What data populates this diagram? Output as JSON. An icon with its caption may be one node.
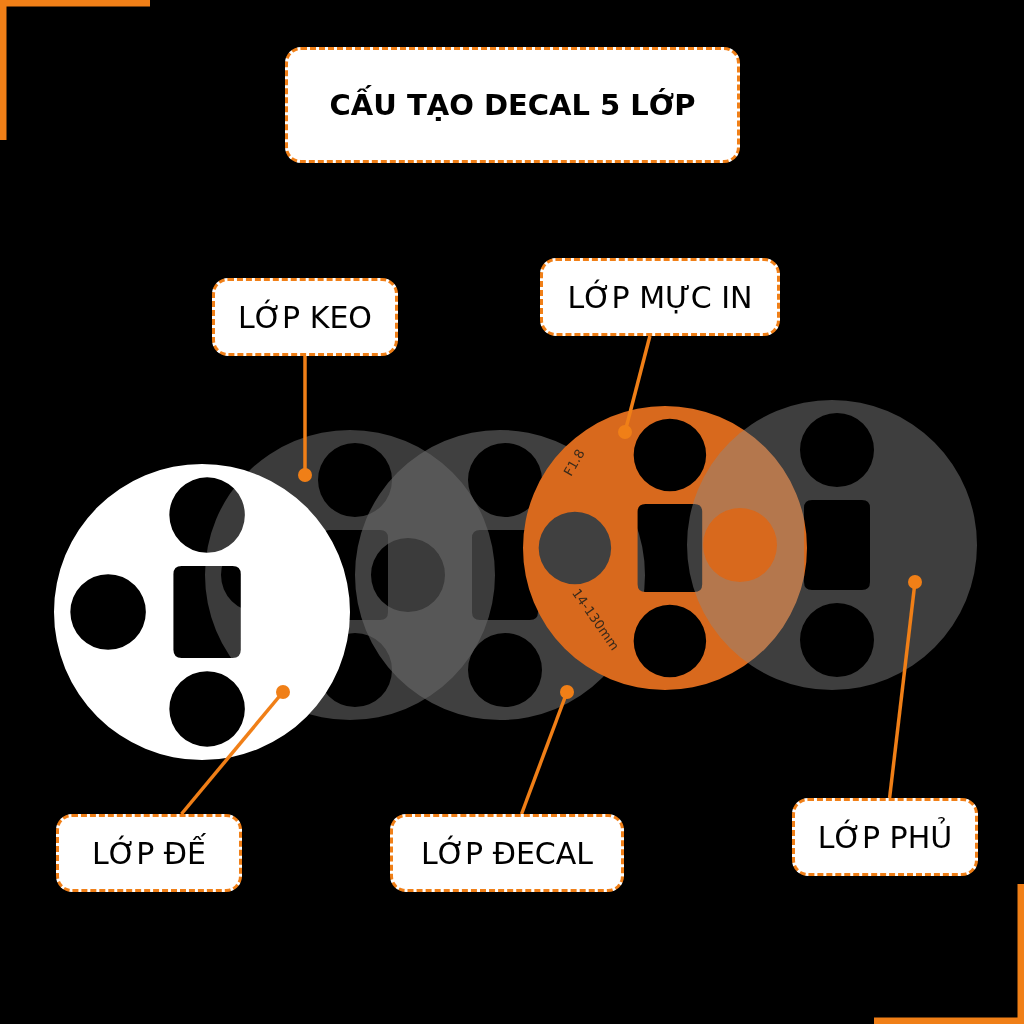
{
  "diagram": {
    "title": "CẤU TẠO DECAL 5 LỚP",
    "nodes": [
      {
        "text": [
          "LỚP KEO"
        ]
      },
      {
        "text": [
          "LỚP MỰC IN"
        ]
      },
      {
        "text": [
          "LỚP ĐẾ"
        ]
      },
      {
        "text": [
          "LỚP ĐECAL"
        ]
      },
      {
        "text": [
          "LỚP PHỦ"
        ]
      },
      {
        "text": [],
        "shape": "circle"
      },
      {
        "text": [],
        "shape": "circle"
      },
      {
        "text": [],
        "shape": "circle"
      },
      {
        "text": [],
        "shape": "circle"
      },
      {
        "text": [],
        "shape": "circle"
      }
    ],
    "edges": [
      {
        "from": 0,
        "to": 6,
        "arrow": "other"
      },
      {
        "from": 1,
        "to": 8,
        "arrow": "other"
      },
      {
        "from": 2,
        "to": 5,
        "arrow": "other"
      },
      {
        "from": 3,
        "to": 7,
        "arrow": "other"
      },
      {
        "from": 4,
        "to": 9,
        "arrow": "other"
      }
    ],
    "labels": [
      "F1.8",
      "14-130mm"
    ]
  }
}
